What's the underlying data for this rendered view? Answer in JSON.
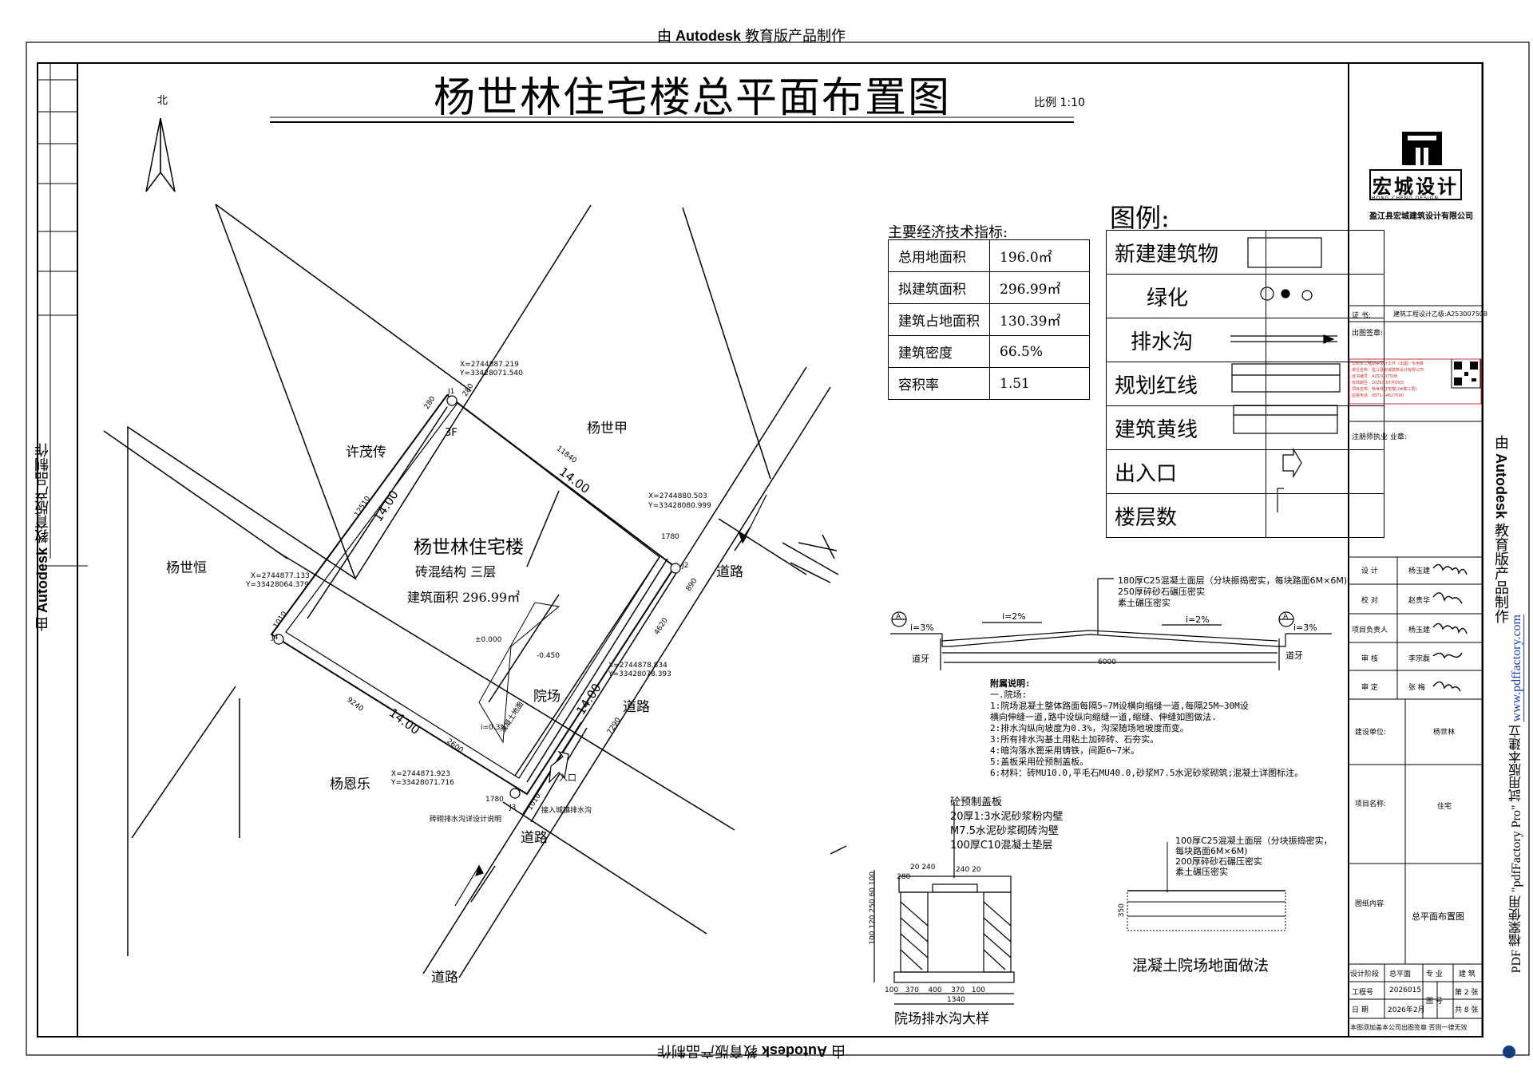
{
  "watermark": {
    "prefix": "由",
    "brand": "Autodesk",
    "suffix": "教育版产品制作"
  },
  "pdffactory": {
    "text": "PDF 檔案使用 \"pdfFactory Pro\" 試用版本建立",
    "url": "www.pdffactory.com"
  },
  "title": "杨世林住宅楼总平面布置图",
  "scale": "比例 1:10",
  "north_label": "北",
  "site": {
    "building_name": "杨世林住宅楼",
    "structure": "砖混结构 三层",
    "area": "建筑面积 296.99㎡",
    "neighbors": [
      "许茂传",
      "杨世甲",
      "杨世恒",
      "杨恩乐"
    ],
    "roads": [
      "道路",
      "道路",
      "道路",
      "道路"
    ],
    "yard": "院场",
    "floors": "3F",
    "dims": [
      "11840",
      "14.00",
      "12510",
      "14.00",
      "9240",
      "14.00",
      "14.00",
      "1780",
      "4620",
      "7290",
      "2600",
      "1780",
      "1010",
      "1010",
      "280",
      "280",
      "890"
    ],
    "coords": [
      "X=2744887.219",
      "Y=33428071.540",
      "X=2744880.503",
      "Y=33428080.999",
      "X=2744877.133",
      "Y=33428064.379",
      "X=2744878.834",
      "Y=33428078.393",
      "X=2744871.923",
      "Y=33428071.716"
    ],
    "points": [
      "J1",
      "J2",
      "J3",
      "J4"
    ],
    "elev": [
      "±0.000",
      "-0.450"
    ],
    "slope": "i=0.3%",
    "drain_note": "砖砌排水沟详设计说明",
    "inlet_note": "接入城镇排水沟",
    "entrance": "入口",
    "yard_note": "混凝土地面"
  },
  "eco": {
    "title": "主要经济技术指标:",
    "rows": [
      [
        "总用地面积",
        "196.0㎡"
      ],
      [
        "拟建筑面积",
        "296.99㎡"
      ],
      [
        "建筑占地面积",
        "130.39㎡"
      ],
      [
        "建筑密度",
        "66.5%"
      ],
      [
        "容积率",
        "1.51"
      ]
    ]
  },
  "legend": {
    "title": "图例:",
    "rows": [
      "新建建筑物",
      "绿化",
      "排水沟",
      "规划红线",
      "建筑黄线",
      "出入口",
      "楼层数"
    ]
  },
  "section": {
    "layers": [
      "180厚C25混凝土面层（分块振捣密实，每块路面6M×6M)",
      "250厚碎砂石碾压密实",
      "素土碾压密实"
    ],
    "slopes": [
      "i=3%",
      "i=2%",
      "i=2%",
      "i=3%"
    ],
    "labels": [
      "道牙",
      "道牙"
    ],
    "width": "6000",
    "marks": [
      "A",
      "A"
    ]
  },
  "notes": {
    "title": "附属说明:",
    "lines": [
      "一.院场:",
      "1:院场混凝土整体路面每隔5~7M设横向缩缝一道,每隔25M~30M设",
      "  横向伸缝一道,路中设纵向缩缝一道,缩缝、伸缝如图做法.",
      "2:排水沟纵向坡度为0.3%，沟深随场地坡度而变。",
      "3:所有排水沟基土用粘土加碎砖、石夯实。",
      "4:暗沟落水篦采用铸铁，间距6~7米。",
      "5:盖板采用砼预制盖板。",
      "6:材料：砖MU10.0,平毛石MU40.0,砂浆M7.5水泥砂浆砌筑;混凝土详图标注。"
    ]
  },
  "drain_detail": {
    "callouts": [
      "砼预制盖板",
      "20厚1:3水泥砂浆粉内壁",
      "M7.5水泥砂浆砌砖沟壁",
      "100厚C10混凝土垫层"
    ],
    "title": "院场排水沟大样",
    "dims_top": [
      "20",
      "240",
      "240",
      "20"
    ],
    "dims_bottom": [
      "100",
      "370",
      "400",
      "370",
      "100"
    ],
    "total": "1340",
    "dims_side": [
      "100",
      "120",
      "250",
      "60",
      "100"
    ],
    "cap": "280"
  },
  "concrete_detail": {
    "callouts": [
      "100厚C25混凝土面层（分块振捣密实，",
      "每块路面6M×6M)",
      "200厚碎砂石碾压密实",
      "素土碾压密实"
    ],
    "title": "混凝土院场地面做法",
    "dim": "350"
  },
  "title_block": {
    "company": "宏城设计",
    "company_en": "HONG CHENG DESIGN",
    "company_full": "盈江县宏城建筑设计有限公司",
    "cert_label": "证 书:",
    "cert_value": "建筑工程设计乙级:A253007508",
    "stamp_label": "出图签章:",
    "reg_label": "注册师执业 业章:",
    "stamp_lines": [
      "云南省工程勘察设计文件（出图）专用章",
      "单位名称：盈江县宏城建筑设计有限公司",
      "证书编号：A253007508",
      "有效期至：2026年07月09日",
      "项目名称：杨世林住宅楼(2#楼三层)",
      "监督电话：0871-64627000"
    ],
    "rows": [
      [
        "设 计",
        "杨玉建"
      ],
      [
        "校 对",
        "赵贵华"
      ],
      [
        "项目负责人",
        "杨玉建"
      ],
      [
        "审 核",
        "李宗磊"
      ],
      [
        "审 定",
        "张 梅"
      ]
    ],
    "client_label": "建设单位:",
    "client": "杨世林",
    "project_label": "项目名称:",
    "project": "住宅",
    "content_label": "图纸内容",
    "content": "总平面布置图",
    "stage_label": "设计阶段",
    "stage": "总平面",
    "major_label": "专 业",
    "major": "建 筑",
    "no_label": "工程号",
    "no": "2026015",
    "sheet": "第 2 张",
    "date_label": "日 期",
    "date": "2026年2月",
    "fig_label": "图 号",
    "total": "共 8 张",
    "footer": "本图须加盖本公司出图签章 否则一律无效"
  }
}
